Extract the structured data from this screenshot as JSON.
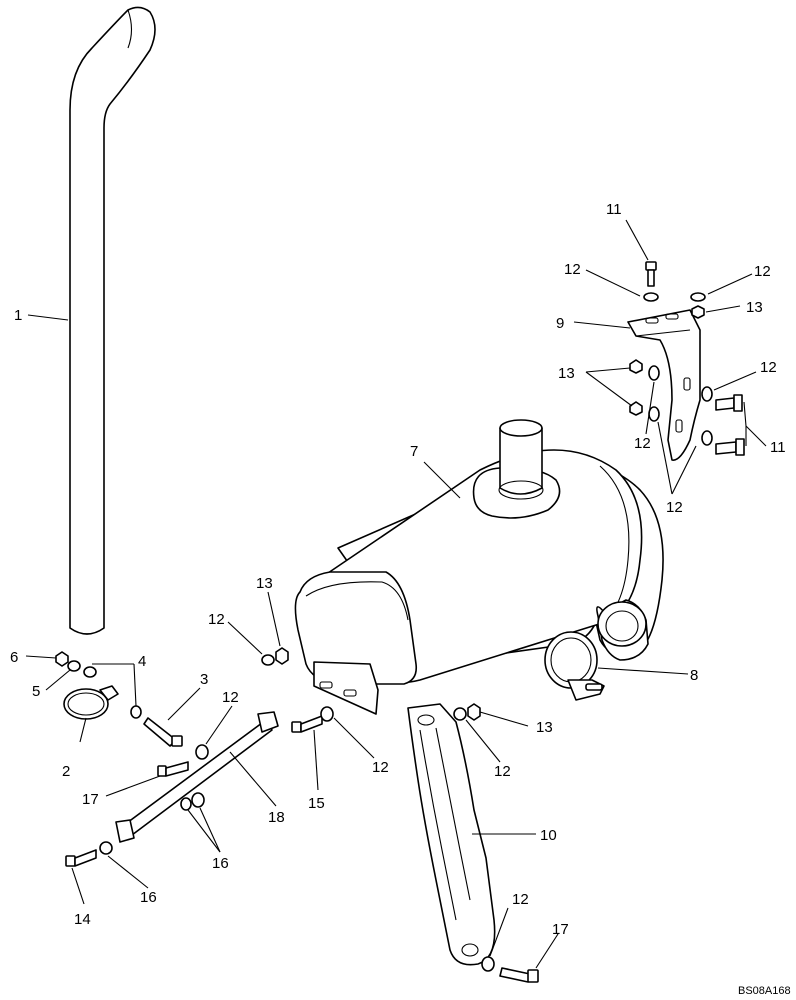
{
  "drawing_ref": "BS08A168",
  "callouts": [
    {
      "id": "c1",
      "text": "1"
    },
    {
      "id": "c2",
      "text": "2"
    },
    {
      "id": "c3",
      "text": "3"
    },
    {
      "id": "c4",
      "text": "4"
    },
    {
      "id": "c5",
      "text": "5"
    },
    {
      "id": "c6",
      "text": "6"
    },
    {
      "id": "c7",
      "text": "7"
    },
    {
      "id": "c8",
      "text": "8"
    },
    {
      "id": "c9",
      "text": "9"
    },
    {
      "id": "c10",
      "text": "10"
    },
    {
      "id": "c11a",
      "text": "11"
    },
    {
      "id": "c11b",
      "text": "11"
    },
    {
      "id": "c12a",
      "text": "12"
    },
    {
      "id": "c12b",
      "text": "12"
    },
    {
      "id": "c12c",
      "text": "12"
    },
    {
      "id": "c12d",
      "text": "12"
    },
    {
      "id": "c12e",
      "text": "12"
    },
    {
      "id": "c12f",
      "text": "12"
    },
    {
      "id": "c12g",
      "text": "12"
    },
    {
      "id": "c12h",
      "text": "12"
    },
    {
      "id": "c12i",
      "text": "12"
    },
    {
      "id": "c12j",
      "text": "12"
    },
    {
      "id": "c13a",
      "text": "13"
    },
    {
      "id": "c13b",
      "text": "13"
    },
    {
      "id": "c13c",
      "text": "13"
    },
    {
      "id": "c13d",
      "text": "13"
    },
    {
      "id": "c14",
      "text": "14"
    },
    {
      "id": "c15",
      "text": "15"
    },
    {
      "id": "c16a",
      "text": "16"
    },
    {
      "id": "c16b",
      "text": "16"
    },
    {
      "id": "c17a",
      "text": "17"
    },
    {
      "id": "c17b",
      "text": "17"
    },
    {
      "id": "c18",
      "text": "18"
    }
  ]
}
